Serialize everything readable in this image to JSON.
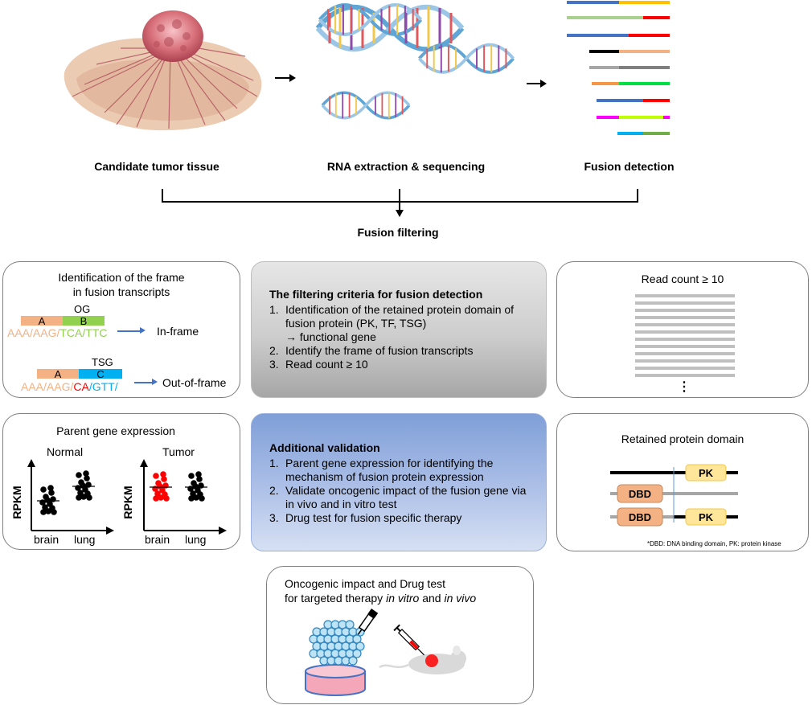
{
  "pipeline": {
    "step1": "Candidate tumor tissue",
    "step2": "RNA extraction & sequencing",
    "step3": "Fusion detection",
    "filtering": "Fusion filtering"
  },
  "frame_panel": {
    "title_line1": "Identification of the frame",
    "title_line2": "in fusion transcripts",
    "og_label": "OG",
    "seg_a": "A",
    "seg_b": "B",
    "seq1_a": "AAA/AAG/",
    "seq1_b": "TCA/TTC",
    "in_frame": "In-frame",
    "tsg_label": "TSG",
    "seg_c": "C",
    "seq2_a": "AAA/AAG/",
    "seq2_red": "CA",
    "seq2_slash": "/",
    "seq2_c": "GTT/",
    "out_frame": "Out-of-frame"
  },
  "criteria_box": {
    "heading": "The filtering criteria for fusion detection",
    "items": [
      {
        "num": "1.",
        "text": "Identification of the retained protein domain of fusion protein (PK, TF, TSG)"
      },
      {
        "num": "",
        "text": "→ functional gene"
      },
      {
        "num": "2.",
        "text": "Identify the frame of fusion transcripts"
      },
      {
        "num": "3.",
        "text": "Read count ≥ 10"
      }
    ]
  },
  "read_panel": {
    "title": "Read count ≥ 10",
    "ellipsis": "⋮"
  },
  "expression_panel": {
    "title": "Parent gene expression",
    "normal": "Normal",
    "tumor": "Tumor",
    "ylabel": "RPKM",
    "x1": "brain",
    "x2": "lung"
  },
  "validation_box": {
    "heading": "Additional validation",
    "items": [
      {
        "num": "1.",
        "text": "Parent gene expression for identifying the mechanism of fusion protein expression"
      },
      {
        "num": "2.",
        "text": "Validate oncogenic impact of the fusion gene via in vivo and in vitro test"
      },
      {
        "num": "3.",
        "text": "Drug test for fusion specific therapy"
      }
    ]
  },
  "domain_panel": {
    "title": "Retained protein domain",
    "pk": "PK",
    "dbd": "DBD",
    "footnote": "*DBD: DNA binding domain, PK: protein kinase"
  },
  "drug_panel": {
    "line1": "Oncogenic impact and Drug test",
    "line2_prefix": "for targeted therapy ",
    "in_vitro": "in vitro",
    "and": " and ",
    "in_vivo": "in vivo"
  },
  "colors": {
    "exon_a": "#f4b183",
    "exon_b": "#92d050",
    "exon_c": "#00b0f0",
    "red": "#ff0000",
    "pk": "#ffe699",
    "dbd": "#f4b183"
  }
}
